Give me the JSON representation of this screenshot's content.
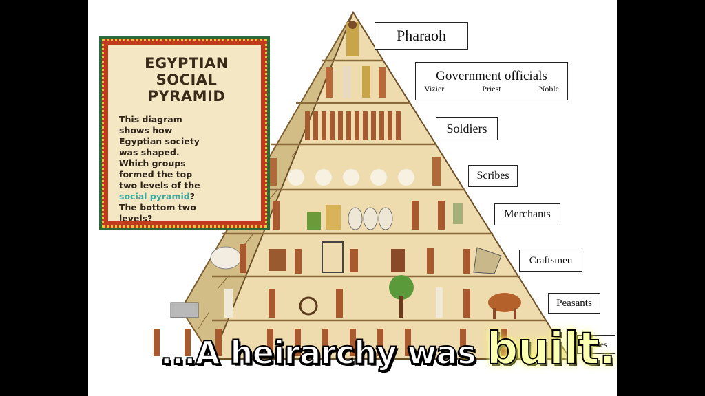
{
  "panel": {
    "title_line1": "EGYPTIAN",
    "title_line2": "SOCIAL PYRAMID",
    "text_before": "This diagram shows how Egyptian society was shaped. Which groups formed the top two levels of the ",
    "highlight": "social pyramid",
    "text_after": "? The bottom two levels?"
  },
  "levels": [
    {
      "label": "Pharaoh"
    },
    {
      "label": "Government officials",
      "sub": [
        "Vizier",
        "Priest",
        "Noble"
      ]
    },
    {
      "label": "Soldiers"
    },
    {
      "label": "Scribes"
    },
    {
      "label": "Merchants"
    },
    {
      "label": "Craftsmen"
    },
    {
      "label": "Peasants"
    },
    {
      "label": "Slaves"
    }
  ],
  "caption": {
    "prefix": "...A heirarchy was ",
    "emphasis": "built..."
  },
  "colors": {
    "pyramid_face": "#efdcae",
    "pyramid_side": "#d8c48f",
    "band_line": "#8a6a3a",
    "panel_border": "#c23a1e",
    "panel_outline": "#2d6a3a",
    "panel_bg": "#f4e8c4",
    "highlight_text": "#3aa9a0",
    "caption_glow": "#fbffb0"
  }
}
